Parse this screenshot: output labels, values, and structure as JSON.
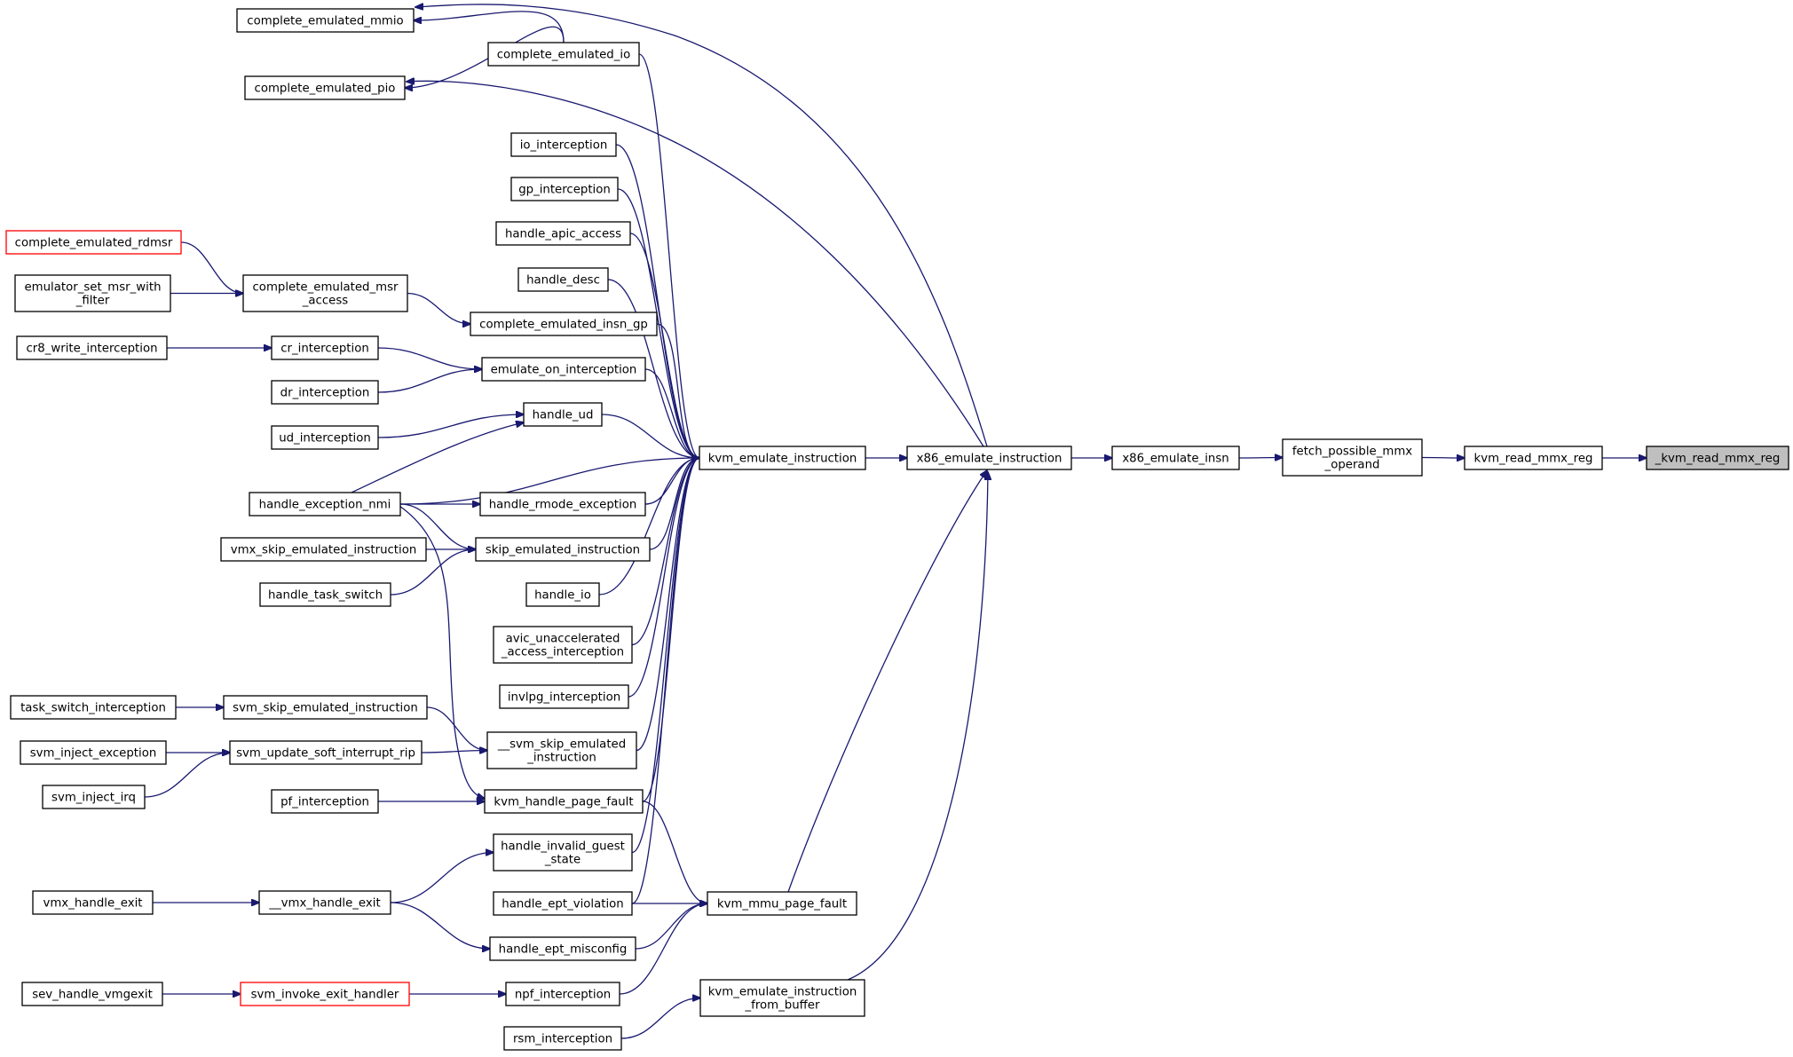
{
  "colors": {
    "edge": "#191970",
    "node_border": "#000000",
    "highlight_border": "#ff0000",
    "current_fill": "#bfbfbf"
  },
  "nodes": {
    "n_kvm_read_mmx_reg_": {
      "lines": [
        "_kvm_read_mmx_reg"
      ],
      "current": true
    },
    "n_kvm_read_mmx_reg": {
      "lines": [
        "kvm_read_mmx_reg"
      ]
    },
    "n_fetch_possible_mmx_operand": {
      "lines": [
        "fetch_possible_mmx",
        "_operand"
      ]
    },
    "n_x86_emulate_insn": {
      "lines": [
        "x86_emulate_insn"
      ]
    },
    "n_x86_emulate_instruction": {
      "lines": [
        "x86_emulate_instruction"
      ]
    },
    "n_kvm_emulate_instruction": {
      "lines": [
        "kvm_emulate_instruction"
      ]
    },
    "n_kvm_mmu_page_fault": {
      "lines": [
        "kvm_mmu_page_fault"
      ]
    },
    "n_kvm_emulate_instruction_from_buffer": {
      "lines": [
        "kvm_emulate_instruction",
        "_from_buffer"
      ]
    },
    "n_complete_emulated_io": {
      "lines": [
        "complete_emulated_io"
      ]
    },
    "n_complete_emulated_mmio": {
      "lines": [
        "complete_emulated_mmio"
      ]
    },
    "n_complete_emulated_pio": {
      "lines": [
        "complete_emulated_pio"
      ]
    },
    "n_io_interception": {
      "lines": [
        "io_interception"
      ]
    },
    "n_gp_interception": {
      "lines": [
        "gp_interception"
      ]
    },
    "n_handle_apic_access": {
      "lines": [
        "handle_apic_access"
      ]
    },
    "n_handle_desc": {
      "lines": [
        "handle_desc"
      ]
    },
    "n_complete_emulated_insn_gp": {
      "lines": [
        "complete_emulated_insn_gp"
      ]
    },
    "n_complete_emulated_msr_access": {
      "lines": [
        "complete_emulated_msr",
        "_access"
      ]
    },
    "n_complete_emulated_rdmsr": {
      "lines": [
        "complete_emulated_rdmsr"
      ],
      "highlight": true
    },
    "n_emulator_set_msr_with_filter": {
      "lines": [
        "emulator_set_msr_with",
        "_filter"
      ]
    },
    "n_emulate_on_interception": {
      "lines": [
        "emulate_on_interception"
      ]
    },
    "n_cr_interception": {
      "lines": [
        "cr_interception"
      ]
    },
    "n_cr8_write_interception": {
      "lines": [
        "cr8_write_interception"
      ]
    },
    "n_dr_interception": {
      "lines": [
        "dr_interception"
      ]
    },
    "n_handle_ud": {
      "lines": [
        "handle_ud"
      ]
    },
    "n_ud_interception": {
      "lines": [
        "ud_interception"
      ]
    },
    "n_handle_exception_nmi": {
      "lines": [
        "handle_exception_nmi"
      ]
    },
    "n_handle_rmode_exception": {
      "lines": [
        "handle_rmode_exception"
      ]
    },
    "n_skip_emulated_instruction": {
      "lines": [
        "skip_emulated_instruction"
      ]
    },
    "n_vmx_skip_emulated_instruction": {
      "lines": [
        "vmx_skip_emulated_instruction"
      ]
    },
    "n_handle_task_switch": {
      "lines": [
        "handle_task_switch"
      ]
    },
    "n_handle_io": {
      "lines": [
        "handle_io"
      ]
    },
    "n_avic_unaccelerated_access_interception": {
      "lines": [
        "avic_unaccelerated",
        "_access_interception"
      ]
    },
    "n_invlpg_interception": {
      "lines": [
        "invlpg_interception"
      ]
    },
    "n_svm_skip_emulated_instruction_": {
      "lines": [
        "__svm_skip_emulated",
        "_instruction"
      ]
    },
    "n_svm_skip_emulated_instruction": {
      "lines": [
        "svm_skip_emulated_instruction"
      ]
    },
    "n_task_switch_interception": {
      "lines": [
        "task_switch_interception"
      ]
    },
    "n_svm_update_soft_interrupt_rip": {
      "lines": [
        "svm_update_soft_interrupt_rip"
      ]
    },
    "n_svm_inject_exception": {
      "lines": [
        "svm_inject_exception"
      ]
    },
    "n_svm_inject_irq": {
      "lines": [
        "svm_inject_irq"
      ]
    },
    "n_kvm_handle_page_fault": {
      "lines": [
        "kvm_handle_page_fault"
      ]
    },
    "n_pf_interception": {
      "lines": [
        "pf_interception"
      ]
    },
    "n_handle_invalid_guest_state": {
      "lines": [
        "handle_invalid_guest",
        "_state"
      ]
    },
    "n_vmx_handle_exit_": {
      "lines": [
        "__vmx_handle_exit"
      ]
    },
    "n_vmx_handle_exit": {
      "lines": [
        "vmx_handle_exit"
      ]
    },
    "n_handle_ept_violation": {
      "lines": [
        "handle_ept_violation"
      ]
    },
    "n_handle_ept_misconfig": {
      "lines": [
        "handle_ept_misconfig"
      ]
    },
    "n_npf_interception": {
      "lines": [
        "npf_interception"
      ]
    },
    "n_svm_invoke_exit_handler": {
      "lines": [
        "svm_invoke_exit_handler"
      ],
      "highlight": true
    },
    "n_sev_handle_vmgexit": {
      "lines": [
        "sev_handle_vmgexit"
      ]
    },
    "n_rsm_interception": {
      "lines": [
        "rsm_interception"
      ]
    }
  },
  "edges": [
    [
      "n_kvm_read_mmx_reg",
      "n_kvm_read_mmx_reg_"
    ],
    [
      "n_fetch_possible_mmx_operand",
      "n_kvm_read_mmx_reg"
    ],
    [
      "n_x86_emulate_insn",
      "n_fetch_possible_mmx_operand"
    ],
    [
      "n_x86_emulate_instruction",
      "n_x86_emulate_insn"
    ],
    [
      "n_x86_emulate_instruction",
      "n_complete_emulated_mmio"
    ],
    [
      "n_x86_emulate_instruction",
      "n_complete_emulated_pio"
    ],
    [
      "n_kvm_emulate_instruction",
      "n_x86_emulate_instruction"
    ],
    [
      "n_kvm_mmu_page_fault",
      "n_x86_emulate_instruction"
    ],
    [
      "n_kvm_emulate_instruction_from_buffer",
      "n_x86_emulate_instruction"
    ],
    [
      "n_complete_emulated_io",
      "n_complete_emulated_mmio"
    ],
    [
      "n_complete_emulated_io",
      "n_complete_emulated_pio"
    ],
    [
      "n_complete_emulated_io",
      "n_kvm_emulate_instruction"
    ],
    [
      "n_io_interception",
      "n_kvm_emulate_instruction"
    ],
    [
      "n_gp_interception",
      "n_kvm_emulate_instruction"
    ],
    [
      "n_handle_apic_access",
      "n_kvm_emulate_instruction"
    ],
    [
      "n_handle_desc",
      "n_kvm_emulate_instruction"
    ],
    [
      "n_complete_emulated_insn_gp",
      "n_kvm_emulate_instruction"
    ],
    [
      "n_emulate_on_interception",
      "n_kvm_emulate_instruction"
    ],
    [
      "n_handle_ud",
      "n_kvm_emulate_instruction"
    ],
    [
      "n_handle_exception_nmi",
      "n_kvm_emulate_instruction"
    ],
    [
      "n_handle_rmode_exception",
      "n_kvm_emulate_instruction"
    ],
    [
      "n_skip_emulated_instruction",
      "n_kvm_emulate_instruction"
    ],
    [
      "n_handle_io",
      "n_kvm_emulate_instruction"
    ],
    [
      "n_avic_unaccelerated_access_interception",
      "n_kvm_emulate_instruction"
    ],
    [
      "n_invlpg_interception",
      "n_kvm_emulate_instruction"
    ],
    [
      "n_svm_skip_emulated_instruction_",
      "n_kvm_emulate_instruction"
    ],
    [
      "n_kvm_handle_page_fault",
      "n_kvm_emulate_instruction"
    ],
    [
      "n_handle_invalid_guest_state",
      "n_kvm_emulate_instruction"
    ],
    [
      "n_handle_ept_violation",
      "n_kvm_emulate_instruction"
    ],
    [
      "n_complete_emulated_msr_access",
      "n_complete_emulated_insn_gp"
    ],
    [
      "n_complete_emulated_rdmsr",
      "n_complete_emulated_msr_access"
    ],
    [
      "n_emulator_set_msr_with_filter",
      "n_complete_emulated_msr_access"
    ],
    [
      "n_cr_interception",
      "n_emulate_on_interception"
    ],
    [
      "n_dr_interception",
      "n_emulate_on_interception"
    ],
    [
      "n_cr8_write_interception",
      "n_cr_interception"
    ],
    [
      "n_ud_interception",
      "n_handle_ud"
    ],
    [
      "n_handle_exception_nmi",
      "n_handle_ud"
    ],
    [
      "n_handle_exception_nmi",
      "n_handle_rmode_exception"
    ],
    [
      "n_handle_exception_nmi",
      "n_skip_emulated_instruction"
    ],
    [
      "n_handle_exception_nmi",
      "n_kvm_handle_page_fault"
    ],
    [
      "n_vmx_skip_emulated_instruction",
      "n_skip_emulated_instruction"
    ],
    [
      "n_handle_task_switch",
      "n_skip_emulated_instruction"
    ],
    [
      "n_svm_skip_emulated_instruction",
      "n_svm_skip_emulated_instruction_"
    ],
    [
      "n_svm_update_soft_interrupt_rip",
      "n_svm_skip_emulated_instruction_"
    ],
    [
      "n_task_switch_interception",
      "n_svm_skip_emulated_instruction"
    ],
    [
      "n_svm_inject_exception",
      "n_svm_update_soft_interrupt_rip"
    ],
    [
      "n_svm_inject_irq",
      "n_svm_update_soft_interrupt_rip"
    ],
    [
      "n_pf_interception",
      "n_kvm_handle_page_fault"
    ],
    [
      "n_kvm_handle_page_fault",
      "n_kvm_mmu_page_fault"
    ],
    [
      "n_handle_ept_violation",
      "n_kvm_mmu_page_fault"
    ],
    [
      "n_handle_ept_misconfig",
      "n_kvm_mmu_page_fault"
    ],
    [
      "n_npf_interception",
      "n_kvm_mmu_page_fault"
    ],
    [
      "n_vmx_handle_exit_",
      "n_handle_invalid_guest_state"
    ],
    [
      "n_vmx_handle_exit_",
      "n_handle_ept_misconfig"
    ],
    [
      "n_vmx_handle_exit",
      "n_vmx_handle_exit_"
    ],
    [
      "n_svm_invoke_exit_handler",
      "n_npf_interception"
    ],
    [
      "n_sev_handle_vmgexit",
      "n_svm_invoke_exit_handler"
    ],
    [
      "n_rsm_interception",
      "n_kvm_emulate_instruction_from_buffer"
    ]
  ]
}
